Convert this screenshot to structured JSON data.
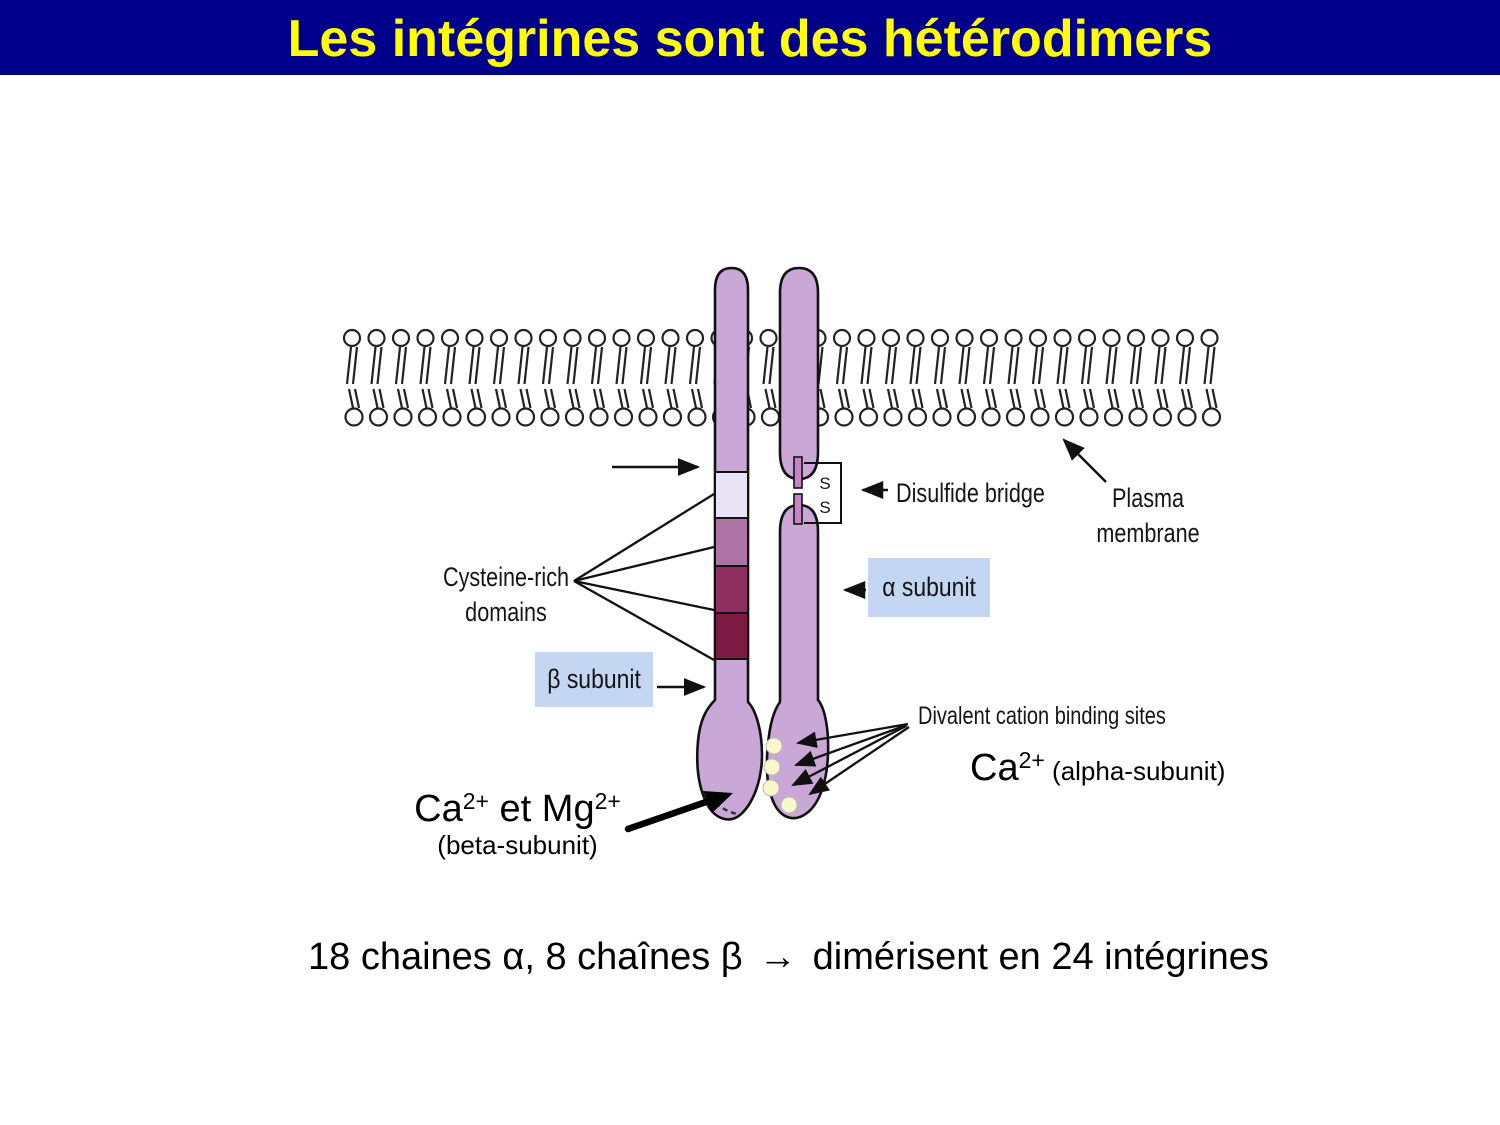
{
  "header": {
    "title": "Les intégrines sont des hétérodimers"
  },
  "diagram": {
    "labels": {
      "cysteine_line1": "Cysteine-rich",
      "cysteine_line2": "domains",
      "beta_subunit": "β subunit",
      "alpha_subunit": "α subunit",
      "disulfide_bridge": "Disulfide bridge",
      "plasma_line1": "Plasma",
      "plasma_line2": "membrane",
      "divalent_sites": "Divalent cation binding sites",
      "s_top": "S",
      "s_bottom": "S"
    },
    "annotations": {
      "ca_alpha": {
        "element": "Ca",
        "charge": "2+",
        "subunit": " (alpha-subunit)"
      },
      "ca_mg": {
        "part1": "Ca",
        "charge1": "2+",
        "part2": " et Mg",
        "charge2": "2+",
        "subunit": "(beta-subunit)"
      }
    }
  },
  "footer": {
    "part1": "18 chaines α, 8 chaînes β",
    "arrow": "→",
    "part2": "dimérisent en 24 intégrines"
  },
  "colors": {
    "header_bg": "#00008B",
    "title_text": "#FFFF00",
    "subunit_fill": "#C9A7D6",
    "segment_lavender": "#E9E3F6",
    "segment_mauve": "#AE74A6",
    "segment_wine": "#8F2F60",
    "segment_maroon": "#7B1B41",
    "disulfide_bond": "#C883C8",
    "label_box_blue": "#C4D6F1",
    "binding_site_yellow": "#F8F8CC"
  }
}
